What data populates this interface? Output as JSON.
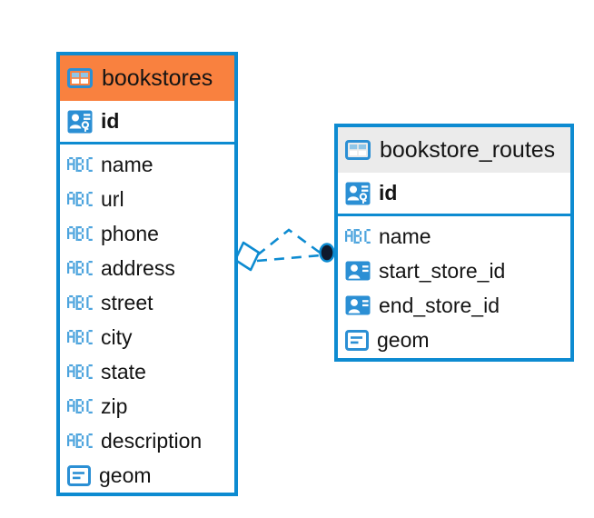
{
  "diagram": {
    "type": "entity-relationship-diagram",
    "background_color": "#ffffff",
    "accent_color": "#0d8bd1",
    "selected_header_color": "#f9813f",
    "unselected_header_color": "#ebebeb",
    "text_color": "#141414"
  },
  "entities": [
    {
      "name": "bookstores",
      "selected": true,
      "header_icon": "table-icon",
      "primary_key_fields": [
        {
          "name": "id",
          "icon": "primary-key-icon",
          "type": "pk"
        }
      ],
      "fields": [
        {
          "name": "name",
          "icon": "abc-text-icon",
          "type": "text"
        },
        {
          "name": "url",
          "icon": "abc-text-icon",
          "type": "text"
        },
        {
          "name": "phone",
          "icon": "abc-text-icon",
          "type": "text"
        },
        {
          "name": "address",
          "icon": "abc-text-icon",
          "type": "text"
        },
        {
          "name": "street",
          "icon": "abc-text-icon",
          "type": "text"
        },
        {
          "name": "city",
          "icon": "abc-text-icon",
          "type": "text"
        },
        {
          "name": "state",
          "icon": "abc-text-icon",
          "type": "text"
        },
        {
          "name": "zip",
          "icon": "abc-text-icon",
          "type": "text"
        },
        {
          "name": "description",
          "icon": "abc-text-icon",
          "type": "text"
        },
        {
          "name": "geom",
          "icon": "geometry-icon",
          "type": "geometry"
        }
      ]
    },
    {
      "name": "bookstore_routes",
      "selected": false,
      "header_icon": "table-icon",
      "primary_key_fields": [
        {
          "name": "id",
          "icon": "primary-key-icon",
          "type": "pk"
        }
      ],
      "fields": [
        {
          "name": "name",
          "icon": "abc-text-icon",
          "type": "text"
        },
        {
          "name": "start_store_id",
          "icon": "foreign-key-icon",
          "type": "fk"
        },
        {
          "name": "end_store_id",
          "icon": "foreign-key-icon",
          "type": "fk"
        },
        {
          "name": "geom",
          "icon": "geometry-icon",
          "type": "geometry"
        }
      ]
    }
  ],
  "relationship": {
    "style": "dashed",
    "color": "#0d8bd1",
    "source_entity": "bookstores",
    "target_entity": "bookstore_routes",
    "source_marker": "open-diamond",
    "target_marker": "filled-circle",
    "target_marker_color": "#0f1a2e",
    "edge_count": 2
  }
}
